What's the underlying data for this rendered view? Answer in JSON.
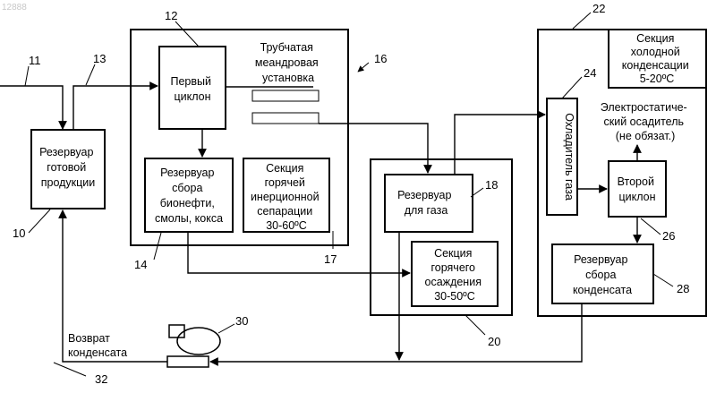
{
  "watermark": "12888",
  "labels": {
    "tank_product": [
      "Резервуар",
      "готовой",
      "продукции"
    ],
    "first_cyclone": [
      "Первый",
      "циклон"
    ],
    "serpentine": [
      "Трубчатая",
      "меандровая",
      "установка"
    ],
    "bio_tank": [
      "Резервуар",
      "сбора",
      "бионефти,",
      "смолы, кокса"
    ],
    "hot_inertial": [
      "Секция",
      "горячей",
      "инерционной",
      "сепарации",
      "30-60ºC"
    ],
    "gas_tank": [
      "Резервуар",
      "для газа"
    ],
    "hot_deposit": [
      "Секция",
      "горячего",
      "осаждения",
      "30-50ºC"
    ],
    "cold_condense": [
      "Секция",
      "холодной",
      "конденсации",
      "5-20ºC"
    ],
    "gas_cooler": "Охладитель газа",
    "electrostatic": [
      "Электростатиче-",
      "ский осадитель",
      "(не обязат.)"
    ],
    "second_cyclone": [
      "Второй",
      "циклон"
    ],
    "condensate_tank": [
      "Резервуар",
      "сбора",
      "конденсата"
    ],
    "return_condensate": [
      "Возврат",
      "конденсата"
    ]
  },
  "refs": {
    "n10": "10",
    "n11": "11",
    "n12": "12",
    "n13": "13",
    "n14": "14",
    "n16": "16",
    "n17": "17",
    "n18": "18",
    "n20": "20",
    "n22": "22",
    "n24": "24",
    "n26": "26",
    "n28": "28",
    "n30": "30",
    "n32": "32"
  }
}
